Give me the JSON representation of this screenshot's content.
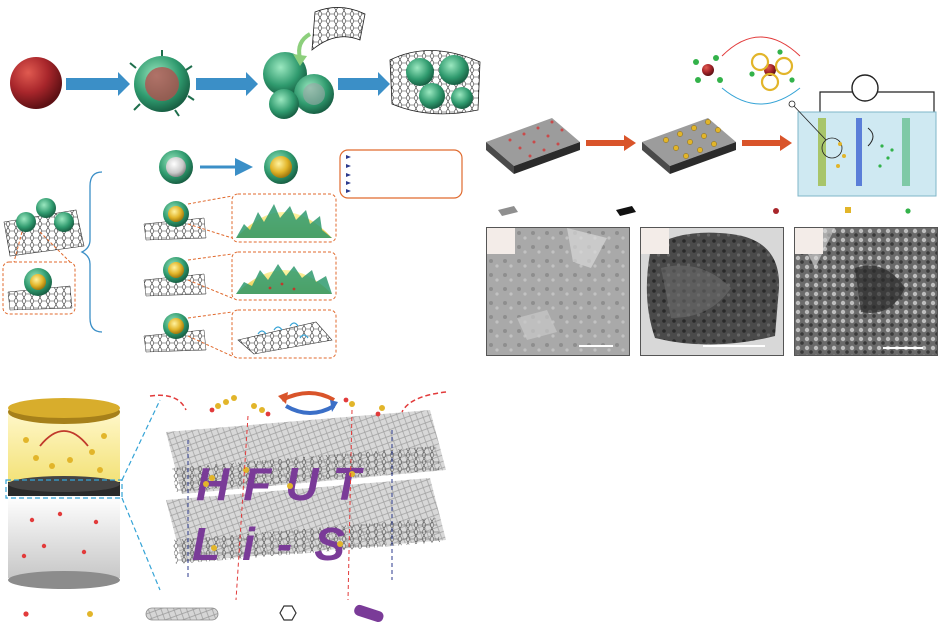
{
  "figure": {
    "panels": [
      {
        "id": "encapsulation-synthesis",
        "label": ""
      },
      {
        "id": "hollow-shell-mechanism",
        "label": ""
      },
      {
        "id": "bifunctional-electrode",
        "label": ""
      },
      {
        "id": "micrographs",
        "label": ""
      },
      {
        "id": "separator-interlayer",
        "label": ""
      }
    ],
    "interlayer_lettering": [
      "HFUT",
      "Li-S"
    ],
    "colors": {
      "arrow_blue": "#3b8fc7",
      "arrow_orange": "#d9542a",
      "dash_orange": "#e06a2e",
      "dash_blue": "#34a3d6",
      "sphere_red": "#a8262b",
      "shell_green": "#2f9a6e",
      "sulfur_gold": "#e2b52a",
      "lithium_red": "#e23b3b",
      "cell_blue": "#cfe9f2",
      "lettering_purple": "#7a3b98"
    },
    "icons": [
      "sphere-icon",
      "graphene-sheet-icon",
      "hexagon-icon",
      "nanotube-icon",
      "polysulfide-icon",
      "electrode-cell-icon"
    ]
  }
}
